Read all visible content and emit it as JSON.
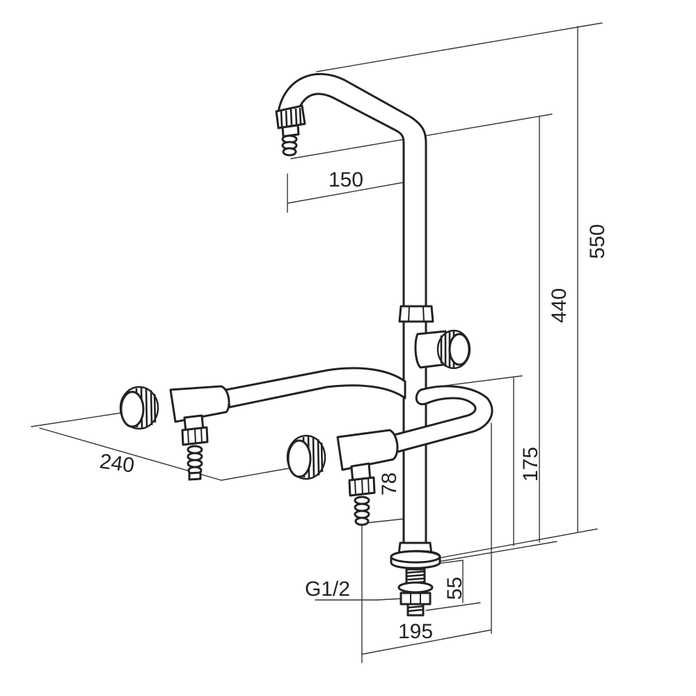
{
  "dimensions": {
    "spout_reach": "150",
    "overall_height": "550",
    "spout_height": "440",
    "valve_height": "175",
    "branch_drop": "78",
    "shank_length": "55",
    "thread_size": "G1/2",
    "branch_span": "195",
    "arm_width": "240"
  },
  "colors": {
    "line": "#222222",
    "background": "#ffffff"
  }
}
